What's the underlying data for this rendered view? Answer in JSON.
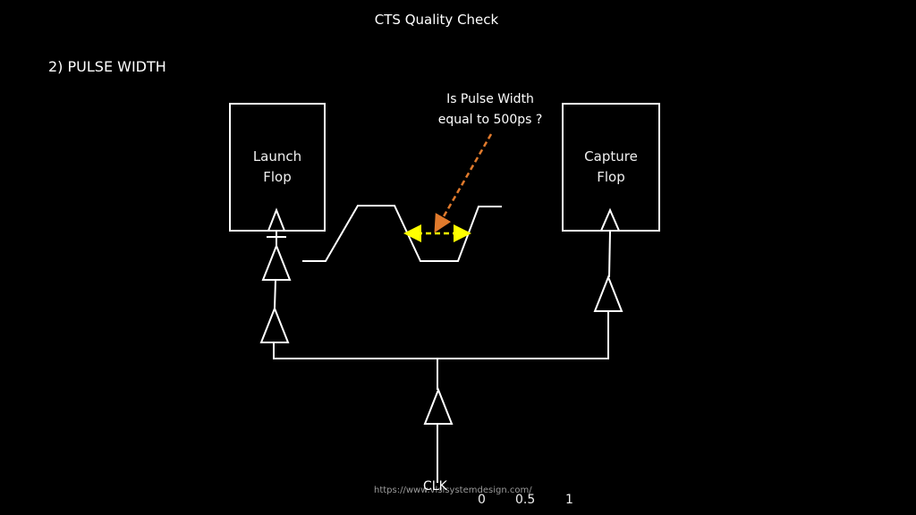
{
  "title": "CTS Quality Check",
  "section_heading": "2) PULSE WIDTH",
  "callout": {
    "line1": "Is Pulse Width",
    "line2": "equal to 500ps ?"
  },
  "launch_flop": {
    "line1": "Launch",
    "line2": "Flop"
  },
  "capture_flop": {
    "line1": "Capture",
    "line2": "Flop"
  },
  "clock_source_label": "CLK",
  "watermark": "https://www.vlsisystemdesign.com/",
  "time_axis_ticks": [
    "0",
    "0.5",
    "1"
  ],
  "colors": {
    "background": "#000000",
    "wire": "#ffffff",
    "pulse_width_marker": "#ffff00",
    "callout_arrow": "#e07a2c"
  }
}
